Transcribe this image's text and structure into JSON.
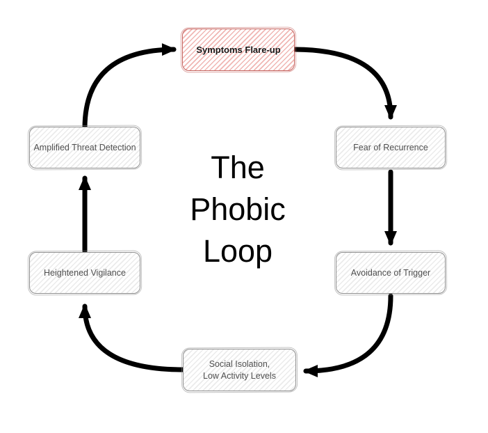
{
  "diagram": {
    "title": "The\nPhobic\nLoop",
    "nodes": {
      "symptoms": {
        "label": "Symptoms Flare-up",
        "highlighted": true
      },
      "fear": {
        "label": "Fear of Recurrence",
        "highlighted": false
      },
      "avoidance": {
        "label": "Avoidance of Trigger",
        "highlighted": false
      },
      "social": {
        "label": "Social Isolation,\nLow Activity Levels",
        "highlighted": false
      },
      "heightened": {
        "label": "Heightened Vigilance",
        "highlighted": false
      },
      "amplified": {
        "label": "Amplified Threat Detection",
        "highlighted": false
      }
    },
    "edges": [
      {
        "from": "Symptoms Flare-up",
        "to": "Fear of Recurrence"
      },
      {
        "from": "Fear of Recurrence",
        "to": "Avoidance of Trigger"
      },
      {
        "from": "Avoidance of Trigger",
        "to": "Social Isolation, Low Activity Levels"
      },
      {
        "from": "Social Isolation, Low Activity Levels",
        "to": "Heightened Vigilance"
      },
      {
        "from": "Heightened Vigilance",
        "to": "Amplified Threat Detection"
      },
      {
        "from": "Amplified Threat Detection",
        "to": "Symptoms Flare-up"
      }
    ],
    "colors": {
      "highlight_border": "#c4615c",
      "highlight_hatch": "#f0b6b3",
      "node_border": "#8f8f8f",
      "node_hatch": "#ebebeb",
      "node_text": "#4f4f4f",
      "arrow": "#000000",
      "background": "#ffffff"
    }
  }
}
